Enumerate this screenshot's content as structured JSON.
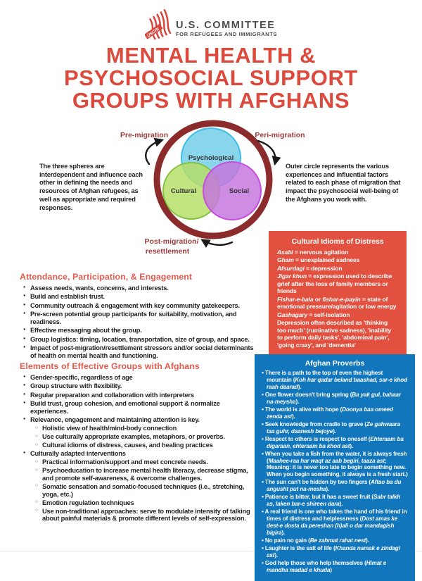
{
  "colors": {
    "title-red": "#DB4A3C",
    "heading-red": "#E55A4D",
    "maroon": "#8C2B2B",
    "label-maroon": "#A03E3E",
    "box-red": "#E2503F",
    "box-blue": "#1176BC",
    "body-text": "#231F20",
    "logo-gray": "#4C4C4E",
    "logo-red": "#D9453C",
    "circle-blue-fill": "#74CEE9",
    "circle-blue-stroke": "#3BBEE8",
    "circle-green-fill": "#B6DE6A",
    "circle-green-stroke": "#84C341",
    "circle-purple-fill": "#C678DD",
    "circle-purple-stroke": "#C94BE0",
    "arrow-black": "#1A1A1A"
  },
  "logo": {
    "flag_text": "USCRI",
    "line1": "U.S. COMMITTEE",
    "line2": "FOR REFUGEES AND IMMIGRANTS"
  },
  "title_lines": [
    "MENTAL HEALTH &",
    "PSYCHOSOCIAL SUPPORT",
    "GROUPS WITH AFGHANS"
  ],
  "diagram": {
    "phase_labels": {
      "pre": "Pre-migration",
      "peri": "Peri-migration",
      "post_line1": "Post-migration/",
      "post_line2": "resettlement"
    },
    "circle_labels": {
      "psychological": "Psychological",
      "cultural": "Cultural",
      "social": "Social"
    },
    "left_note": "The three spheres are interdependent and influence each other in defining the needs and resources of Afghan refugees, as well as appropriate and required responses.",
    "right_note": "Outer circle represents the various experiences and influential factors related to each phase of migration that impact the psychosocial well-being of the Afghans you work with."
  },
  "idioms_box": {
    "title": "Cultural Idioms of Distress",
    "items": [
      {
        "term": "Asabi",
        "rest": " = nervous agitation"
      },
      {
        "term": "Gham",
        "rest": " = unexplained sadness"
      },
      {
        "term": "Afsurdagi",
        "rest": " = depression"
      },
      {
        "term": "Jigar khun",
        "rest": " = expression used to describe grief after the loss of family members or friends"
      },
      {
        "term": "Fishar-e-bala",
        "mid": " or ",
        "term2": "fishar-e-payin",
        "rest": " = state of emotional pressure/agitation or low energy"
      },
      {
        "term": "Gashagary",
        "rest": " = self-isolation"
      },
      {
        "rest": "Depression often described as 'thinking too much' (ruminative sadness), 'inability to perform daily tasks', 'abdominal pain', 'going crazy', and 'dementia'"
      }
    ]
  },
  "proverbs_box": {
    "title": "Afghan Proverbs",
    "items": [
      {
        "pre": "There is a path to the top of even the highest mountain (",
        "fa": "Koh har qadar beland baashad, sar-e khod raah daarad",
        "suf": ")."
      },
      {
        "pre": "One flower doesn't bring spring (",
        "fa": "Ba yak gul, bahaar na-meysha",
        "suf": ")."
      },
      {
        "pre": "The world is alive with hope (",
        "fa": "Doonya baa omeed zenda ast",
        "suf": ")."
      },
      {
        "pre": "Seek knowledge from cradle to grave (",
        "fa": "Ze gahwaara taa guhr, daanesh bejoye",
        "suf": ")."
      },
      {
        "pre": "Respect to others is respect to oneself (",
        "fa": "Ehteraam ba digaraan, ehteraam ba khod ast",
        "suf": ")."
      },
      {
        "pre": "When you take a fish from the water, it is always fresh (",
        "fa": "Maahee-raa har waqt az aab begiri, taaza ast;",
        "suf": " Meaning: it is never too late to begin something new. When you begin something, it always is a fresh start.)"
      },
      {
        "pre": "The sun can't be hidden by two fingers (",
        "fa": "Aftao ba du angusht put na-mesha",
        "suf": ")."
      },
      {
        "pre": "Patience is bitter, but it has a sweet fruit (",
        "fa": "Sabr talkh as, laken bar-e shireen dara",
        "suf": ")."
      },
      {
        "pre": "A real friend is one who takes the hand of his friend in times of distress and helplessness (",
        "fa": "Dost amas ke dest-e dosta da pereshan (h)ali o dar mandagish bigira",
        "suf": ")."
      },
      {
        "pre": "No pain no gain (",
        "fa": "Be zahmat rahat nest",
        "suf": ")."
      },
      {
        "pre": "Laughter is the salt of life (",
        "fa": "Khanda namak e zindagi ast",
        "suf": ")."
      },
      {
        "pre": "God help those who help themselves (",
        "fa": "Himat e mandha madad e khuda",
        "suf": ")"
      }
    ]
  },
  "attendance_section": {
    "heading": "Attendance, Participation, & Engagement",
    "bullets": [
      "Assess needs, wants, concerns, and interests.",
      "Build and establish trust.",
      "Community outreach & engagement with key community gatekeepers.",
      "Pre-screen potential group participants for suitability, motivation, and readiness.",
      "Effective messaging about the group.",
      "Group logistics: timing, location, transportation, size of group, and space.",
      "Impact of post-migration/resettlement stressors and/or social determinants of health on mental health and functioning."
    ]
  },
  "elements_section": {
    "heading": "Elements of Effective Groups with Afghans",
    "bullets": [
      {
        "text": "Gender-specific, regardless of age"
      },
      {
        "text": "Group structure with flexibility."
      },
      {
        "text": "Regular preparation and collaboration with interpreters"
      },
      {
        "text": "Build trust, group cohesion, and emotional support & normalize experiences."
      },
      {
        "text": "Relevance, engagement and maintaining attention is key.",
        "subs": [
          "Holistic view of health/mind-body connection",
          "Use culturally appropriate examples, metaphors, or proverbs.",
          "Cultural idioms of distress, causes, and healing practices"
        ]
      },
      {
        "text": "Culturally adapted interventions",
        "subs": [
          "Practical information/support and meet concrete needs.",
          "Psychoeducation to increase mental health literacy, decrease stigma, and promote self-awareness, & overcome challenges.",
          "Somatic sensation and somatic-focused techniques (i.e., stretching, yoga, etc.)",
          "Emotion regulation techniques",
          "Use non-traditional approaches: serve to modulate intensity of talking about painful materials & promote different levels of self-expression."
        ]
      }
    ]
  }
}
